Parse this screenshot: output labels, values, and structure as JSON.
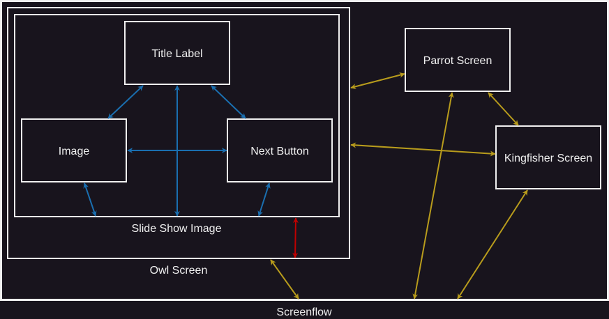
{
  "diagram": {
    "screenflow_label": "Screenflow",
    "owl_screen_label": "Owl Screen",
    "slide_show_label": "Slide Show Image",
    "title_label": "Title Label",
    "image_label": "Image",
    "next_button_label": "Next Button",
    "parrot_screen_label": "Parrot Screen",
    "kingfisher_screen_label": "Kingfisher Screen"
  },
  "colors": {
    "background": "#18141d",
    "border": "#f0f0f0",
    "text": "#f0f0f0",
    "internal_arrow": "#1a6fb0",
    "screen_arrow": "#b89c1c",
    "highlight_arrow": "#c00000"
  }
}
